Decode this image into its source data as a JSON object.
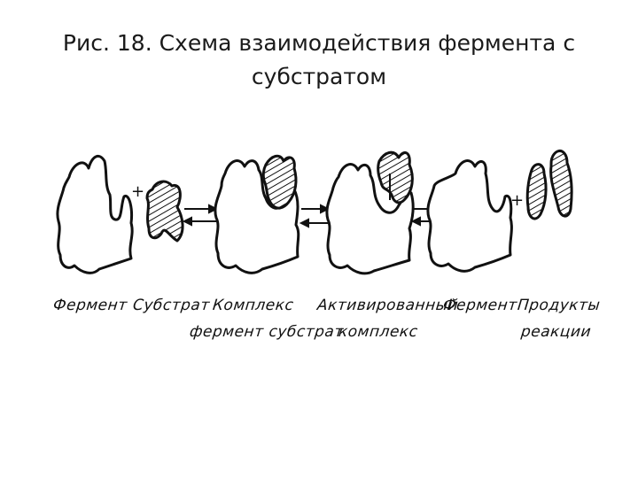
{
  "title": {
    "line1": "Рис. 18. Схема взаимодействия фермента с",
    "line2": "субстратом"
  },
  "signs": {
    "plus": "+"
  },
  "labels": {
    "enzyme": "Фермент",
    "substrate": "Субстрат",
    "complex_line1": "Комплекс",
    "complex_line2": "фермент субстрат",
    "activated_line1": "Активированный",
    "activated_line2": "комплекс",
    "enzyme2": "Фермент",
    "products_line1": "Продукты",
    "products_line2": "реакции"
  },
  "colors": {
    "ink": "#111111",
    "substrate_hatch": "#111111"
  }
}
